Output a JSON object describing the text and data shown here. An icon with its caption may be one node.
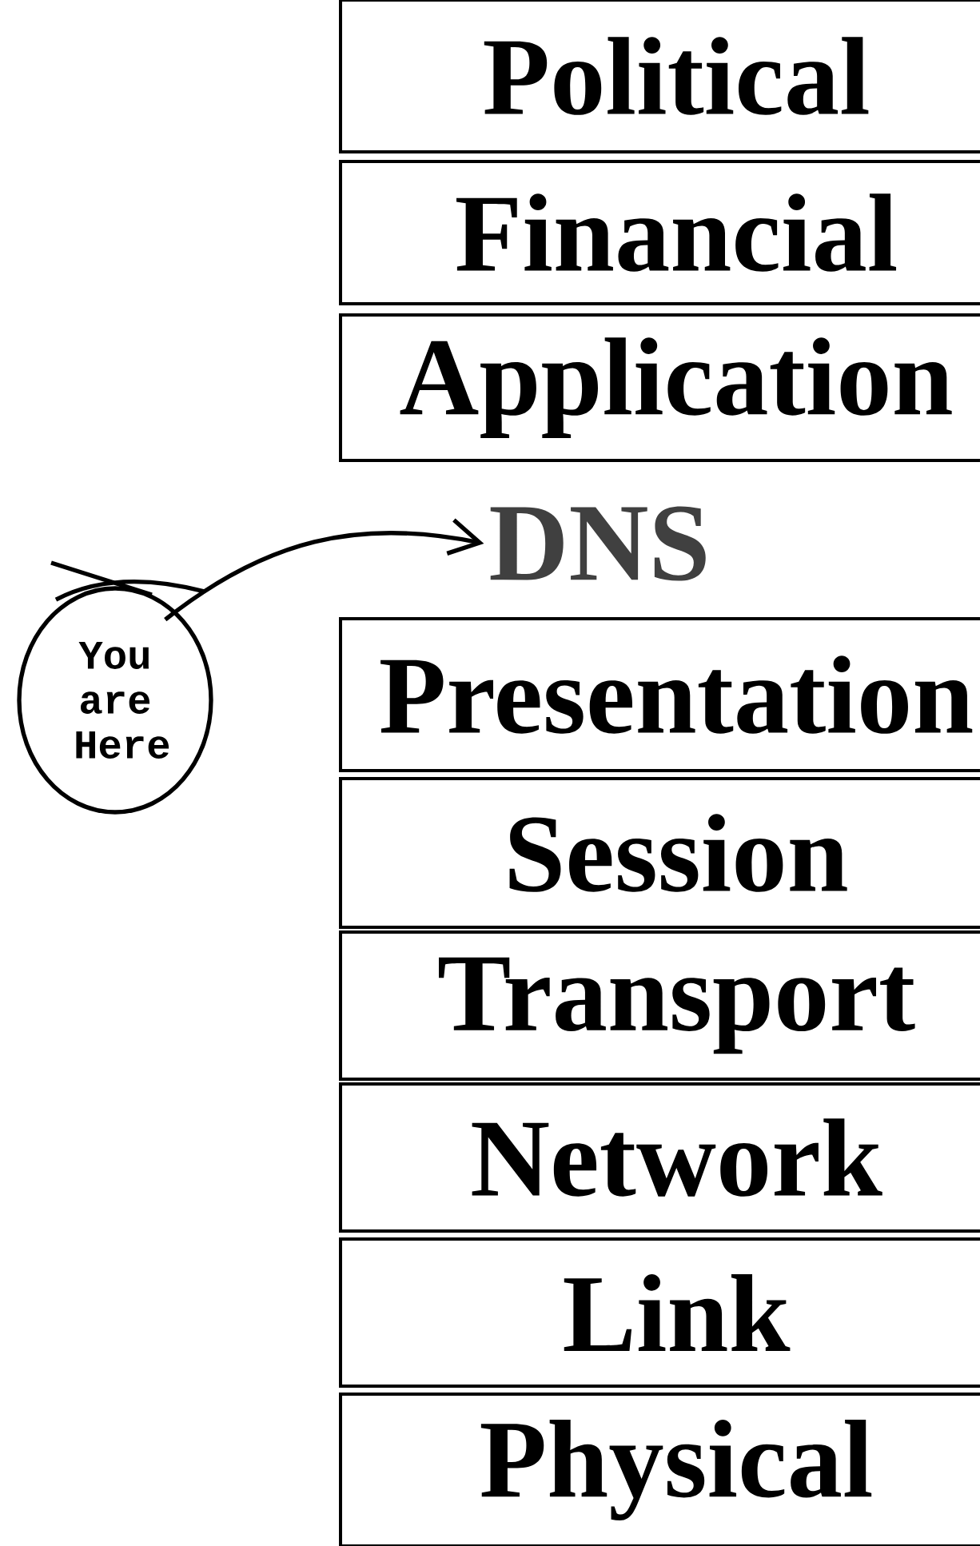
{
  "diagram": {
    "nodes": [
      {
        "text": [
          "Political"
        ]
      },
      {
        "text": [
          "Financial"
        ]
      },
      {
        "text": [
          "Application"
        ]
      },
      {
        "text": [
          "DNS"
        ]
      },
      {
        "text": [
          "Presentation"
        ]
      },
      {
        "text": [
          "Session"
        ]
      },
      {
        "text": [
          "Transport"
        ]
      },
      {
        "text": [
          "Network"
        ]
      },
      {
        "text": [
          "Link"
        ]
      },
      {
        "text": [
          "Physical"
        ]
      },
      {
        "text": [
          "You are Here"
        ]
      }
    ],
    "edges": [
      {
        "from": 10,
        "to": 3,
        "arrow": "to"
      }
    ]
  }
}
